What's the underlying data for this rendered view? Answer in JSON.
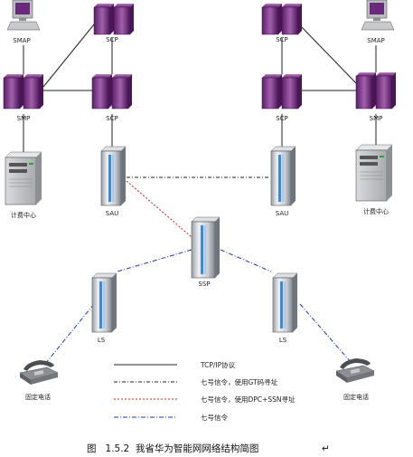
{
  "nodes": {
    "smap_left": "SMAP",
    "scp_top_left": "SCP",
    "smp_left": "SMP",
    "scp_left": "SCP",
    "billing_left": "计费中心",
    "sau_left": "SAU",
    "scp_top_right": "SCP",
    "smap_right": "SMAP",
    "scp_right": "SCP",
    "smp_right": "SMP",
    "sau_right": "SAU",
    "billing_right": "计费中心",
    "ssp": "SSP",
    "ls_left": "LS",
    "ls_right": "LS",
    "phone_left": "固定电话",
    "phone_right": "固定电话"
  },
  "legend": {
    "tcpip": "TCP/IP协议",
    "ss7_gt": "七号信令，使用GT码寻址",
    "ss7_dpc": "七号信令，使用DPC+SSN寻址",
    "ss7": "七号信令"
  },
  "caption": "图   1.5.2  我省华为智能网网络结构简图"
}
